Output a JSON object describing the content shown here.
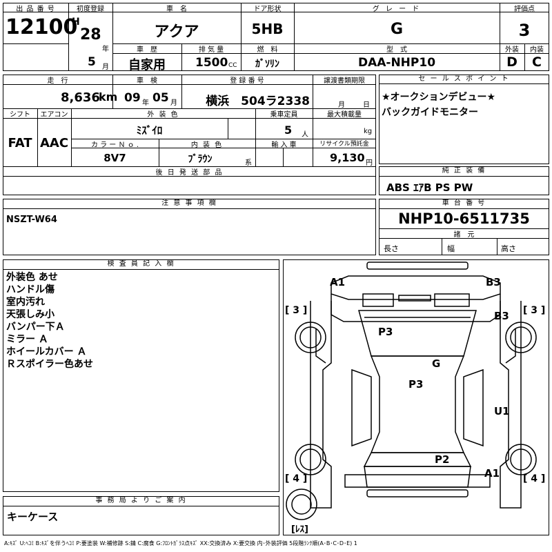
{
  "header": {
    "lot_no_label": "出 品 番 号",
    "lot_no": "12100",
    "first_reg_label": "初度登録",
    "era": "H",
    "year": "28",
    "year_unit": "年",
    "month": "5",
    "month_unit": "月",
    "car_name_label": "車　名",
    "car_name": "アクア",
    "door_label": "ドア形状",
    "door": "5HB",
    "grade_label": "グ レ ー ド",
    "grade": "G",
    "score_label": "評価点",
    "score": "3",
    "history_label": "車　歴",
    "history": "自家用",
    "displacement_label": "排 気 量",
    "displacement": "1500",
    "displacement_unit": "CC",
    "fuel_label": "燃　料",
    "fuel": "ｶﾞｿﾘﾝ",
    "model_label": "型　式",
    "model": "DAA-NHP10",
    "exterior_label": "外装",
    "exterior": "D",
    "interior_label": "内装",
    "interior": "C"
  },
  "row2": {
    "mileage_label": "走　行",
    "mileage": "8,636",
    "mileage_unit": "km",
    "inspection_label": "車　検",
    "inspection_year": "09",
    "inspection_year_unit": "年",
    "inspection_month": "05",
    "inspection_month_unit": "月",
    "plate_label": "登 録 番 号",
    "plate": "横浜　504ラ2338",
    "transfer_label": "譲渡書類期限",
    "transfer_month_unit": "月",
    "transfer_day_unit": "日",
    "shift_label": "シフト",
    "shift": "FAT",
    "ac_label": "エアコン",
    "ac": "AAC",
    "ext_color_label": "外 装 色",
    "ext_color": "ﾐｽﾞｲﾛ",
    "capacity_label": "乗車定員",
    "capacity": "5",
    "capacity_unit": "人",
    "max_load_label": "最大積載量",
    "max_load_unit": "kg",
    "color_no_label": "カ ラ ー Ｎ ｏ .",
    "color_no": "8V7",
    "int_color_label": "内 装 色",
    "int_color": "ﾌﾞﾗｳﾝ",
    "int_color_unit": "系",
    "import_label": "輸 入 車",
    "recycle_label": "リサイクル預託金",
    "recycle": "9,130",
    "recycle_unit": "円",
    "later_parts_label": "後 日 発 送 部 品"
  },
  "sales": {
    "label": "セ ー ル ス ポ イ ン ト",
    "lines": [
      "★オークションデビュー★",
      "バックガイドモニター"
    ]
  },
  "equipment": {
    "label": "純 正 装 備",
    "value": "ABS ｴｱB PS PW"
  },
  "notes": {
    "label": "注 意 事 項 欄",
    "value": "NSZT-W64"
  },
  "chassis": {
    "label": "車 台 番 号",
    "value": "NHP10-6511735",
    "dims_label": "諸　元",
    "length_label": "長さ",
    "width_label": "幅",
    "height_label": "高さ"
  },
  "inspector": {
    "label": "検 査 員 記 入 欄",
    "lines": [
      "外装色 あせ",
      "ハンドル傷",
      "室内汚れ",
      "天張しみ小",
      "バンパー下Ａ",
      "ミラー Ａ",
      "ホイールカバー Ａ",
      "Ｒスポイラー色あせ"
    ]
  },
  "office": {
    "label": "事 務 局 よ り ご 案 内",
    "value": "キーケース"
  },
  "diagram": {
    "marks": [
      "A1",
      "B3",
      "B3",
      "P3",
      "G",
      "P3",
      "U1",
      "P2",
      "A1"
    ],
    "tire_marks": [
      "[ 3 ]",
      "[ 3 ]",
      "[ 4 ]",
      "[ 4 ]"
    ],
    "spare_label": "[ﾚｽ]"
  },
  "legend": "A:ｷｽﾞ  U:ﾍｺﾐ  B:ｷｽﾞを伴うﾍｺﾐ  P:要塗装  W:補修跡  S:錆  C:腐食  G:ﾌﾛﾝﾄｶﾞﾗｽ点ｷｽﾞ  XX:交換済み  X:要交換  内･外装評価  5段階ﾗﾝｸ順(A･B･C･D･E) 1"
}
